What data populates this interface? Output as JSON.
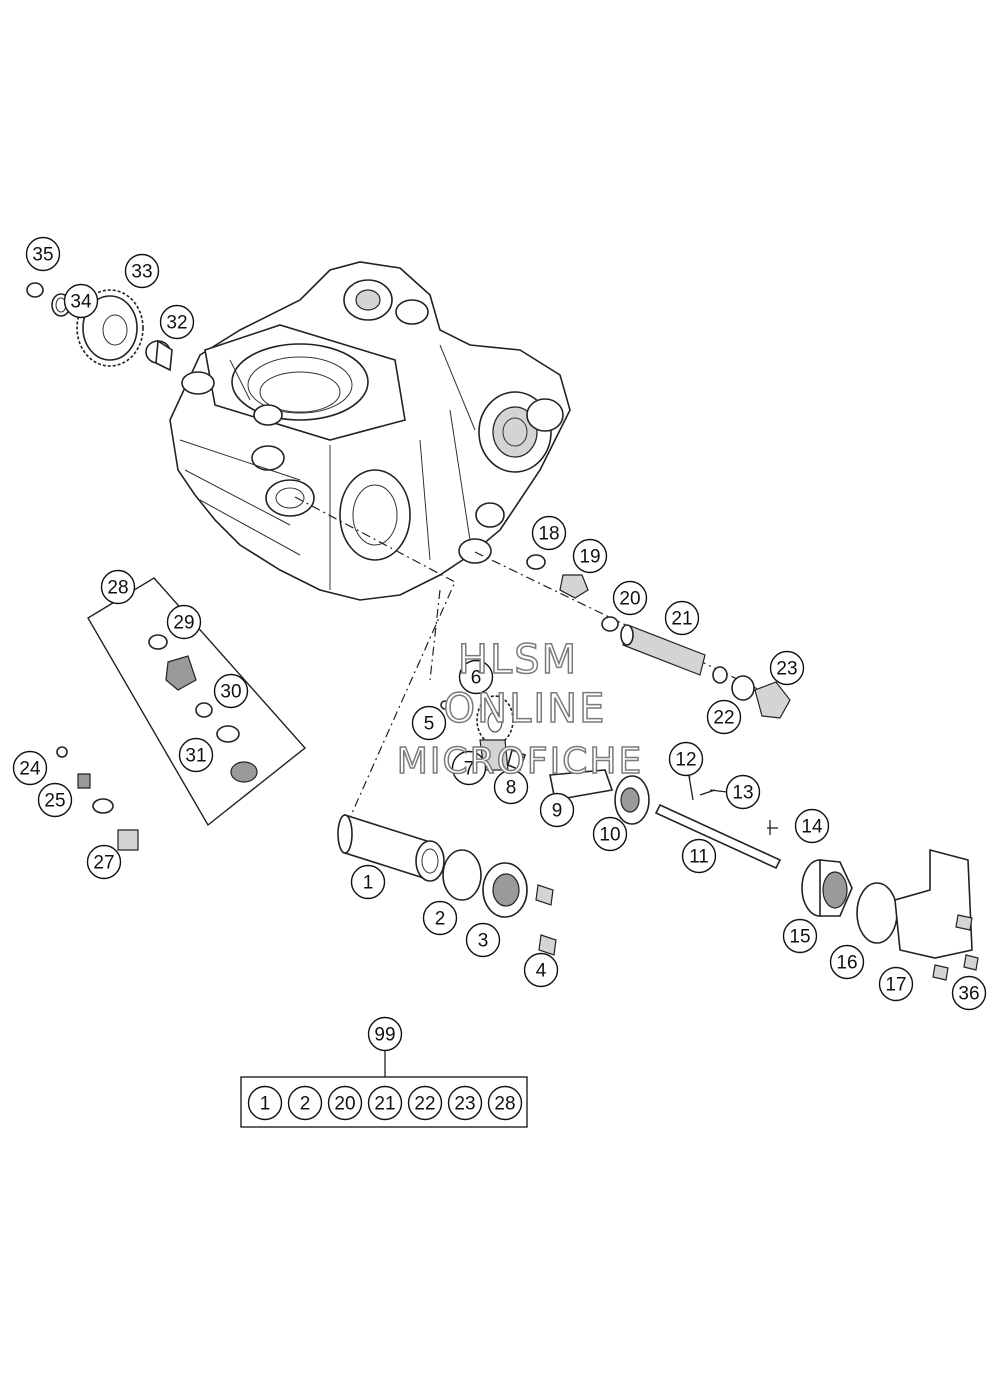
{
  "callouts": [
    "1",
    "2",
    "3",
    "4",
    "5",
    "6",
    "7",
    "8",
    "9",
    "10",
    "11",
    "12",
    "13",
    "14",
    "15",
    "16",
    "17",
    "18",
    "19",
    "20",
    "21",
    "22",
    "23",
    "24",
    "25",
    "27",
    "28",
    "29",
    "30",
    "31",
    "32",
    "33",
    "34",
    "35",
    "36",
    "99"
  ],
  "kit": {
    "label": "99",
    "items": [
      "1",
      "2",
      "20",
      "21",
      "22",
      "23",
      "28"
    ]
  },
  "watermark": {
    "line1": "HLSM",
    "line2": "ONLINE",
    "line3": "MICROFICHE"
  }
}
